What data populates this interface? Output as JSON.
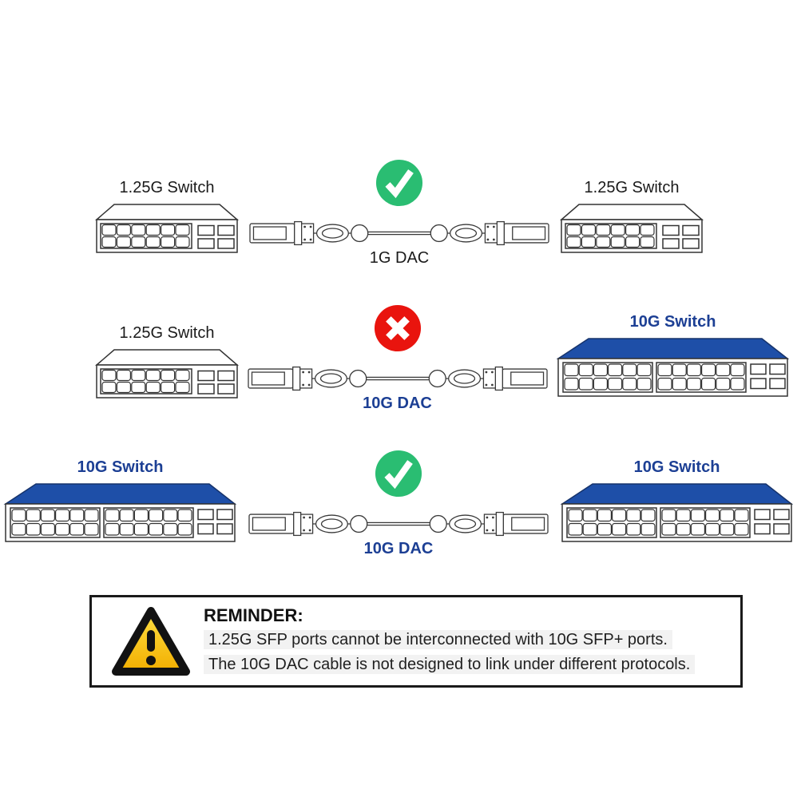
{
  "rows": [
    {
      "left": {
        "label": "1.25G Switch",
        "variant": "1g"
      },
      "status": "ok",
      "cable": {
        "label": "1G DAC",
        "variant": "1g"
      },
      "right": {
        "label": "1.25G Switch",
        "variant": "1g"
      }
    },
    {
      "left": {
        "label": "1.25G Switch",
        "variant": "1g"
      },
      "status": "fail",
      "cable": {
        "label": "10G DAC",
        "variant": "10g"
      },
      "right": {
        "label": "10G Switch",
        "variant": "10g"
      }
    },
    {
      "left": {
        "label": "10G Switch",
        "variant": "10g"
      },
      "status": "ok",
      "cable": {
        "label": "10G DAC",
        "variant": "10g"
      },
      "right": {
        "label": "10G Switch",
        "variant": "10g"
      }
    }
  ],
  "reminder": {
    "title": "REMINDER:",
    "lines": [
      "1.25G SFP ports cannot be interconnected with 10G SFP+ ports.",
      "The 10G DAC cable is not designed to link under different protocols."
    ]
  },
  "icons": {
    "ok": "check-icon",
    "fail": "cross-icon",
    "warning": "warning-triangle-icon"
  },
  "colors": {
    "brand_blue": "#1e4fa8",
    "label_navy": "#1c3f94",
    "ok_green": "#2abd72",
    "fail_red": "#e9140e",
    "highlight_gray": "#f2f2f2"
  }
}
